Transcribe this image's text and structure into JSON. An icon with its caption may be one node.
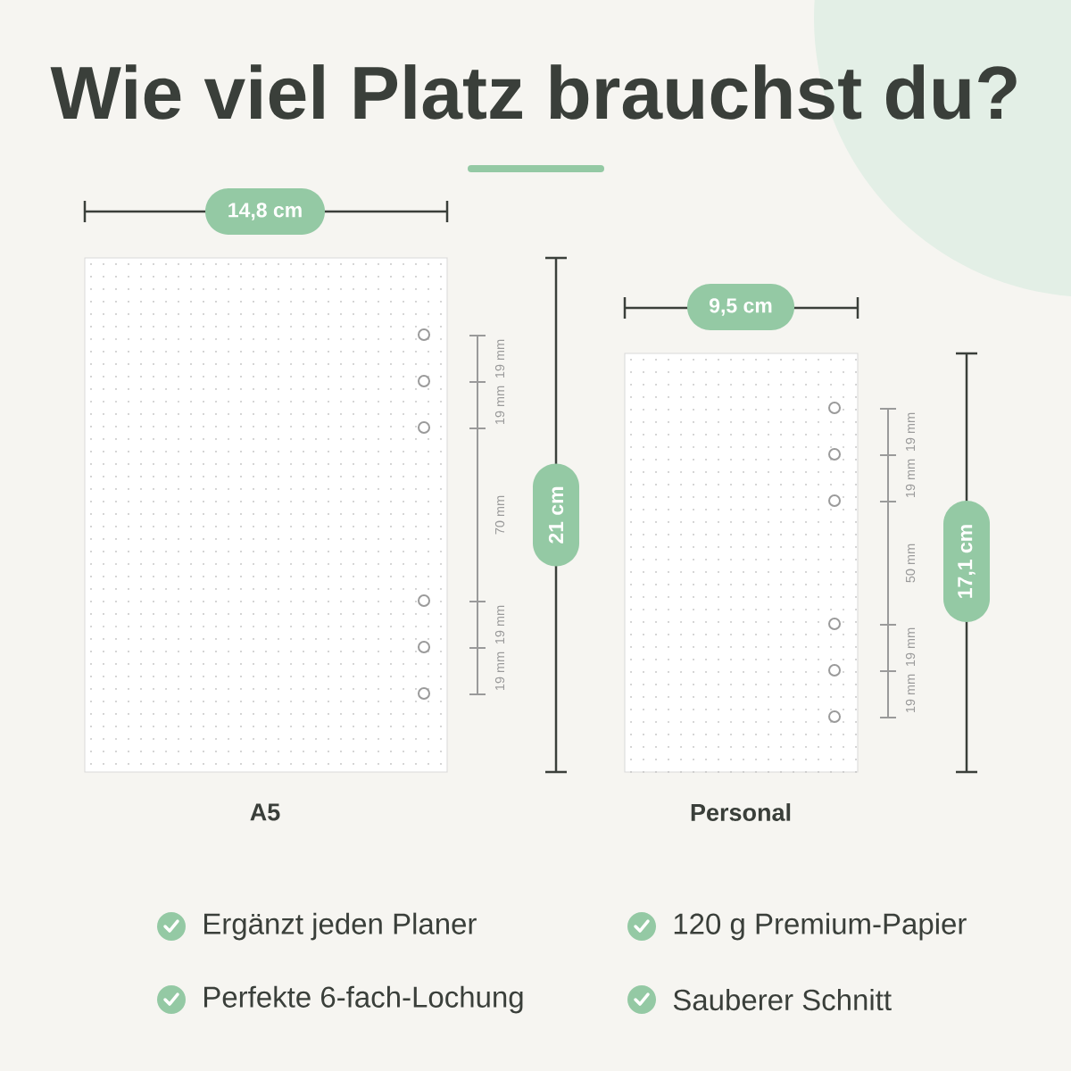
{
  "diagram": {
    "title": "Wie viel Platz brauchst du?",
    "labels": [
      "14,8 cm",
      "19 mm",
      "19 mm",
      "70 mm",
      "19 mm",
      "19 mm",
      "21 cm",
      "A5",
      "9,5 cm",
      "19 mm",
      "19 mm",
      "50 mm",
      "19 mm",
      "19 mm",
      "17,1 cm",
      "Personal",
      "Ergänzt jeden Planer",
      "120 g Premium-Papier",
      "Perfekte 6-fach-Lochung",
      "Sauberer Schnitt"
    ]
  }
}
